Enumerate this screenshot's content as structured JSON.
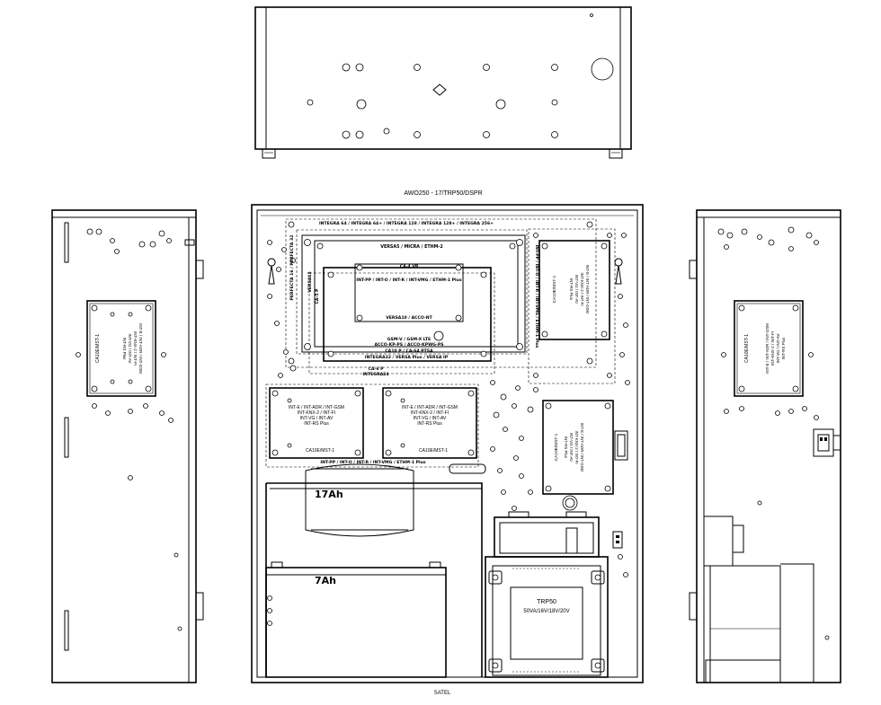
{
  "drawing": {
    "model_title": "AWO250 - 17/TRP50/DSPR",
    "manufacturer": "SATEL",
    "battery_large": "17Ah",
    "battery_small": "7Ah",
    "transformer": {
      "name": "TRP50",
      "spec": "50VA/16V/18V/20V"
    },
    "front_labels": {
      "integra_top": "INTEGRA 64 / INTEGRA 64+ / INTEGRA 128 / INTEGRA 128+ / INTEGRA 256+",
      "versa_row": "VERSA5 / MICRA / ETHM-2",
      "ca4vp": "CA-4 VP",
      "int_modules_mid": "INT-PP / INT-O / INT-R / INT-VMG / ETHM-1 Plus",
      "versa15": "VERSA15",
      "perfecta": "PERFECTA 16 / PERFECTA 32",
      "ca5p": "CA-5 P",
      "versa10": "VERSA10 / ACCO-NT",
      "gsm_row": "GSM-V / GSM-X LTE",
      "acco_row": "ACCO-KP-PS / ACCO-KPWG-PS",
      "ca10_row": "CA10 P / CA-64 PTSA",
      "integra_bottom": "INTEGRA32 / VERSA Plus / VERSA IP",
      "ca6p": "CA-6 P",
      "integra24": "INTEGRA24",
      "right_vertical": "INT-PP / INT-O / INT-R / INT-VMG / ETHM-1 Plus",
      "bottom_modules": "INT-PP / INT-O / INT-R / INT-VMG / ETHM-1 Plus"
    },
    "module_board": {
      "line1": "INT-E / INT-ADR / INT-GSM",
      "line2": "INT-KNX-2 / INT-FI",
      "line3": "INT-VG / INT-AV",
      "line4": "INT-RS Plus",
      "footer": "CA10E/MST-1"
    }
  }
}
